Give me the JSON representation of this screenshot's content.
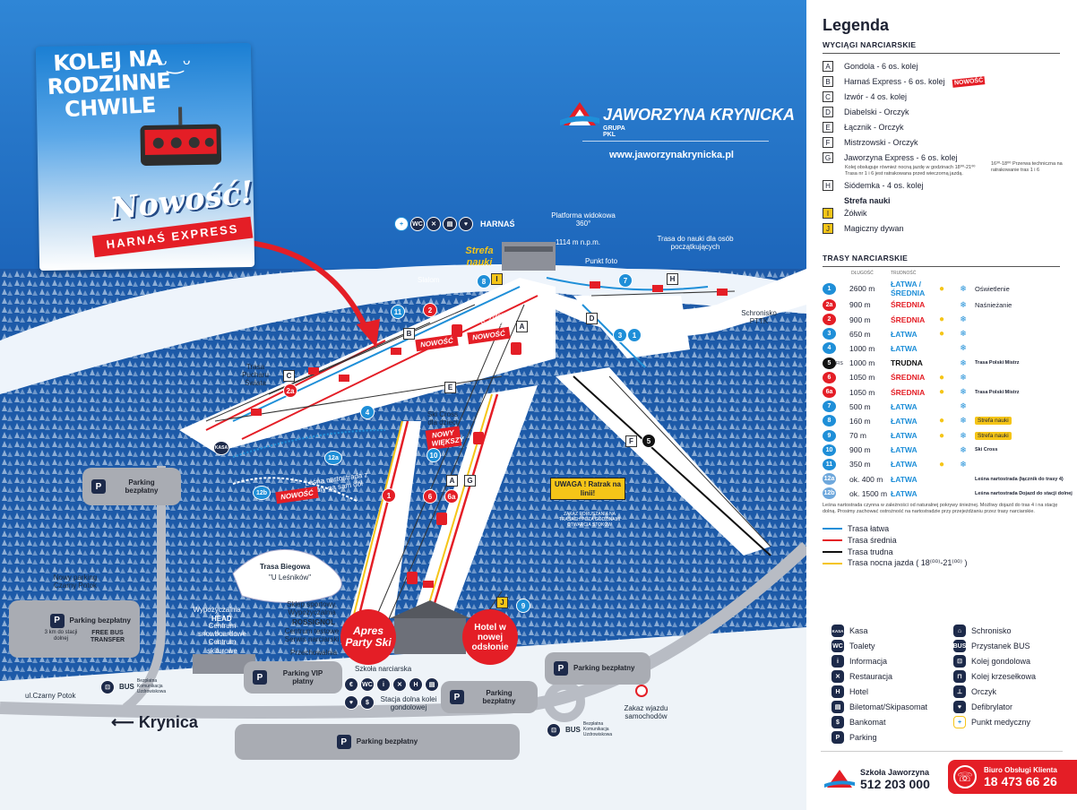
{
  "map": {
    "promo": {
      "headline": "KOLEJ NA RODZINNE CHWILE",
      "nowosc": "Nowość!",
      "ribbon": "HARNAŚ EXPRESS"
    },
    "logo": {
      "name": "JAWORZYNA KRYNICKA",
      "group": "GRUPA PKL"
    },
    "url": "www.jaworzynakrynicka.pl",
    "labels": {
      "platforma": "Platforma widokowa 360°",
      "summit": "1114 m n.p.m.",
      "trasa_nauki": "Trasa do nauki dla osób początkujących",
      "punkt_foto": "Punkt foto",
      "slalom": "Slalom",
      "strefa_nauki": "Strefa nauki",
      "snowpark": "Krynistler Snowpark",
      "schronisko": "Schronisko PTTK",
      "trasa_pucharu": "Trasa Pucharu Świata",
      "ski_cross": "Ski Cross dla dzieci",
      "nowy_wiekszy": "NOWY WIĘKSZY",
      "lesna": "Leśna nartostrada z góry na sam dół",
      "nowosc": "NOWOŚĆ",
      "uwaga": "UWAGA ! Ratrak na linii!",
      "zakaz_ratrak": "ZAKAZ PORUSZANIA NA TRASACH POZA GODZINAMI OTWARCIA STOKÓW",
      "trasa_biegowa": "Trasa Biegowa",
      "u_lesnikow": "\"U Leśników\"",
      "wypozyczalnia": "Wypożyczalnia",
      "head": "HEAD",
      "centrum_snow": "Centrum snowboardowe Centrum skiturowe",
      "sklep": "Sklep sportowy, Wypożyczalnia",
      "rossignol": "ROSSIGNOL",
      "centrum_testowe": "Centrum testowe Serwis narciarski",
      "przechowalnia": "Przechowalnia",
      "apres": "Apres Party Ski",
      "hotel": "Hotel w nowej odsłonie",
      "szkola": "Szkoła narciarska",
      "stacja": "Stacja dolna kolei gondolowej",
      "nowy_parking": "Nowy parking Czarny Potok",
      "krynica": "Krynica",
      "ul_czarny": "ul.Czarny Potok",
      "zakaz_wjazdu": "Zakaz wjazdu samochodów",
      "bus": "BUS",
      "bus_desc": "Bezpłatna Komunikacja Uzdrowiskowa",
      "kasa": "KASA",
      "harnas": "HARNAŚ"
    },
    "parkings": {
      "p1": "Parking bezpłatny",
      "p2": "Parking bezpłatny",
      "p2_extra": "3 km do stacji dolnej",
      "p2_free": "FREE BUS TRANSFER",
      "p3": "Parking VIP płatny",
      "p4": "Parking bezpłatny",
      "p5": "Parking bezpłatny",
      "p6": "Parking bezpłatny"
    }
  },
  "legend": {
    "title": "Legenda",
    "lifts_header": "WYCIĄGI NARCIARSKIE",
    "lifts": [
      {
        "k": "A",
        "name": "Gondola - 6 os. kolej"
      },
      {
        "k": "B",
        "name": "Harnaś Express - 6 os. kolej",
        "badge": "NOWOŚĆ"
      },
      {
        "k": "C",
        "name": "Izwór - 4 os. kolej"
      },
      {
        "k": "D",
        "name": "Diabelski - Orczyk"
      },
      {
        "k": "E",
        "name": "Łącznik - Orczyk"
      },
      {
        "k": "F",
        "name": "Mistrzowski - Orczyk"
      },
      {
        "k": "G",
        "name": "Jaworzyna Express - 6 os. kolej"
      }
    ],
    "g_note": "Kolej obsługuje również nocną jazdę w godzinach 18⁰⁰-21⁰⁰ Trasa nr 1 i 6 jest ratrakowana przed wieczorną jazdą.",
    "g_note2": "16³⁰-18⁰⁰ Przerwa techniczna na ratrakowanie tras 1 i 6",
    "lift_h": {
      "k": "H",
      "name": "Siódemka - 4 os. kolej"
    },
    "strefa_header": "Strefa nauki",
    "strefa": [
      {
        "k": "I",
        "name": "Żółwik"
      },
      {
        "k": "J",
        "name": "Magiczny dywan"
      }
    ],
    "trails_header": "TRASY NARCIARSKIE",
    "col_len": "DŁUGOŚĆ",
    "col_diff": "TRUDNOŚĆ",
    "trails": [
      {
        "n": "1",
        "c": "#1f8fd8",
        "len": "2600 m",
        "diff": "ŁATWA / ŚREDNIA",
        "dc": "d-l",
        "light": true,
        "snow": true,
        "extra": "Oświetlenie"
      },
      {
        "n": "2a",
        "c": "#e41e26",
        "len": "900 m",
        "diff": "ŚREDNIA",
        "dc": "d-s",
        "light": false,
        "snow": true,
        "extra": "Naśnieżanie"
      },
      {
        "n": "2",
        "c": "#e41e26",
        "len": "900 m",
        "diff": "ŚREDNIA",
        "dc": "d-s",
        "light": true,
        "snow": true
      },
      {
        "n": "3",
        "c": "#1f8fd8",
        "len": "650 m",
        "diff": "ŁATWA",
        "dc": "d-l",
        "light": true,
        "snow": true
      },
      {
        "n": "4",
        "c": "#1f8fd8",
        "len": "1000 m",
        "diff": "ŁATWA",
        "dc": "d-l",
        "light": false,
        "snow": true
      },
      {
        "n": "5",
        "c": "#111111",
        "len": "1000 m",
        "diff": "TRUDNA",
        "dc": "d-t",
        "light": false,
        "snow": true,
        "tag": "Trasa Polski Mistrz",
        "fis": "FIS"
      },
      {
        "n": "6",
        "c": "#e41e26",
        "len": "1050 m",
        "diff": "ŚREDNIA",
        "dc": "d-s",
        "light": true,
        "snow": true
      },
      {
        "n": "6a",
        "c": "#e41e26",
        "len": "1050 m",
        "diff": "ŚREDNIA",
        "dc": "d-s",
        "light": true,
        "snow": true,
        "tag": "Trasa Polski Mistrz"
      },
      {
        "n": "7",
        "c": "#1f8fd8",
        "len": "500 m",
        "diff": "ŁATWA",
        "dc": "d-l",
        "light": false,
        "snow": true
      },
      {
        "n": "8",
        "c": "#1f8fd8",
        "len": "160 m",
        "diff": "ŁATWA",
        "dc": "d-l",
        "light": true,
        "snow": true,
        "ytag": "Strefa nauki"
      },
      {
        "n": "9",
        "c": "#1f8fd8",
        "len": "70 m",
        "diff": "ŁATWA",
        "dc": "d-l",
        "light": true,
        "snow": true,
        "ytag": "Strefa nauki"
      },
      {
        "n": "10",
        "c": "#1f8fd8",
        "len": "900 m",
        "diff": "ŁATWA",
        "dc": "d-l",
        "light": false,
        "snow": true,
        "tag": "Ski Cross"
      },
      {
        "n": "11",
        "c": "#1f8fd8",
        "len": "350 m",
        "diff": "ŁATWA",
        "dc": "d-l",
        "light": true,
        "snow": true
      },
      {
        "n": "12a",
        "c": "#6fa8dc",
        "len": "ok. 400 m",
        "diff": "ŁATWA",
        "dc": "d-l",
        "light": false,
        "snow": false,
        "tag": "Leśna nartostrada (łącznik do trasy 4)"
      },
      {
        "n": "12b",
        "c": "#6fa8dc",
        "len": "ok. 1500 m",
        "diff": "ŁATWA",
        "dc": "d-l",
        "light": false,
        "snow": false,
        "tag": "Leśna nartostrada Dojazd do stacji dolnej"
      }
    ],
    "trail_note": "Leśna nartostrada czynna w zależności od naturalnej pokrywy śnieżnej. Możliwy dojazd do tras 4 i na stację dolną. Prosimy zachować ostrożność na nartostradzie przy przejeżdżaniu przez trasy narciarskie.",
    "lines": [
      {
        "label": "Trasa łatwa",
        "color": "#1f8fd8"
      },
      {
        "label": "Trasa średnia",
        "color": "#e41e26"
      },
      {
        "label": "Trasa trudna",
        "color": "#111111"
      },
      {
        "label": "Trasa nocna jazda ( 18⁽⁰⁰⁾-21⁽⁰⁰⁾ )",
        "color": "#f5c518"
      }
    ],
    "icons": [
      {
        "g": "KASA",
        "label": "Kasa"
      },
      {
        "g": "⌂",
        "label": "Schronisko"
      },
      {
        "g": "WC",
        "label": "Toalety"
      },
      {
        "g": "BUS",
        "label": "Przystanek BUS"
      },
      {
        "g": "i",
        "label": "Informacja"
      },
      {
        "g": "⊡",
        "label": "Kolej gondolowa"
      },
      {
        "g": "✕",
        "label": "Restauracja"
      },
      {
        "g": "⊓",
        "label": "Kolej krzesełkowa"
      },
      {
        "g": "H",
        "label": "Hotel"
      },
      {
        "g": "⊥",
        "label": "Orczyk"
      },
      {
        "g": "▤",
        "label": "Biletomat/Skipasomat"
      },
      {
        "g": "♥",
        "label": "Defibrylator"
      },
      {
        "g": "$",
        "label": "Bankomat"
      },
      {
        "g": "+",
        "label": "Punkt medyczny"
      },
      {
        "g": "P",
        "label": "Parking"
      }
    ],
    "school": {
      "name": "Szkoła Jaworzyna",
      "phone": "512 203 000"
    },
    "bok": {
      "name": "Biuro Obsługi Klienta",
      "phone": "18 473 66 26"
    }
  }
}
